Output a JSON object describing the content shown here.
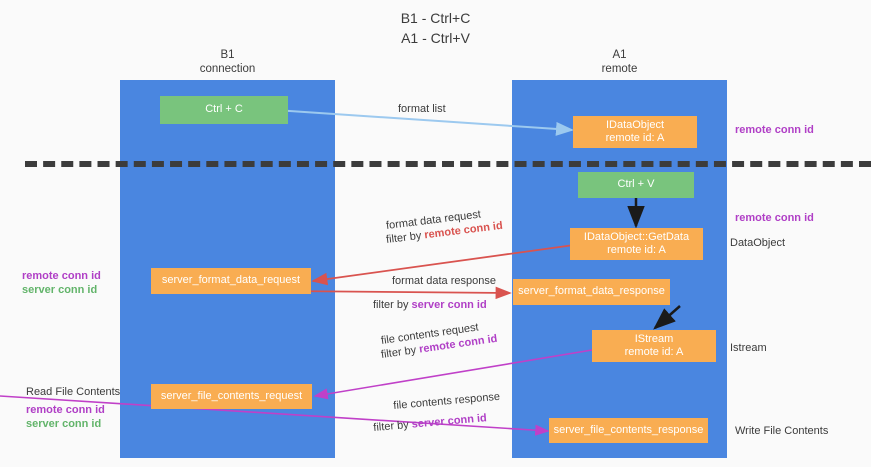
{
  "title": {
    "line1": "B1 - Ctrl+C",
    "line2": "A1 - Ctrl+V"
  },
  "columns": [
    {
      "id": "b1",
      "name": "B1",
      "role": "connection",
      "color": "#4a86e0"
    },
    {
      "id": "a1",
      "name": "A1",
      "role": "remote",
      "color": "#4a86e0"
    }
  ],
  "nodes": {
    "ctrl_c": "Ctrl + C",
    "ctrl_v": "Ctrl + V",
    "idataobject_title": "IDataObject",
    "idataobject_sub": "remote id: A",
    "getdata_title": "IDataObject::GetData",
    "getdata_sub": "remote id: A",
    "istream_title": "IStream",
    "istream_sub": "remote id: A",
    "server_format_data_request": "server_format_data_request",
    "server_format_data_response": "server_format_data_response",
    "server_file_contents_request": "server_file_contents_request",
    "server_file_contents_response": "server_file_contents_response"
  },
  "edge_labels": {
    "format_list": "format list",
    "format_data_request": "format data request",
    "format_data_request_filter_prefix": "filter by ",
    "format_data_request_filter_key": "remote conn id",
    "format_data_response": "format data response",
    "format_data_response_filter_prefix": "filter by ",
    "format_data_response_filter_key": "server conn id",
    "file_contents_request": "file contents request",
    "file_contents_request_filter_prefix": "filter by ",
    "file_contents_request_filter_key": "remote conn id",
    "file_contents_response": "file contents response",
    "file_contents_response_filter_prefix": "filter by ",
    "file_contents_response_filter_key": "server conn id"
  },
  "side_labels": {
    "right_remote_conn_id_1": "remote conn id",
    "right_remote_conn_id_2": "remote conn id",
    "right_dataobject": "DataObject",
    "right_istream": "Istream",
    "right_write_file_contents": "Write File Contents",
    "left_remote_conn_id_1": "remote conn id",
    "left_server_conn_id_1": "server conn id",
    "left_read_file_contents": "Read File Contents",
    "left_remote_conn_id_2": "remote conn id",
    "left_server_conn_id_2": "server conn id"
  },
  "colors": {
    "column_blue": "#4a86e0",
    "node_green": "#79c47d",
    "node_orange": "#f9ad52",
    "accent_purple": "#b03fc6",
    "accent_green": "#62b46a",
    "arrow_red": "#d9534f",
    "arrow_lightblue": "#9cc9ef",
    "arrow_black": "#1a1a1a",
    "background": "#fafafa"
  }
}
